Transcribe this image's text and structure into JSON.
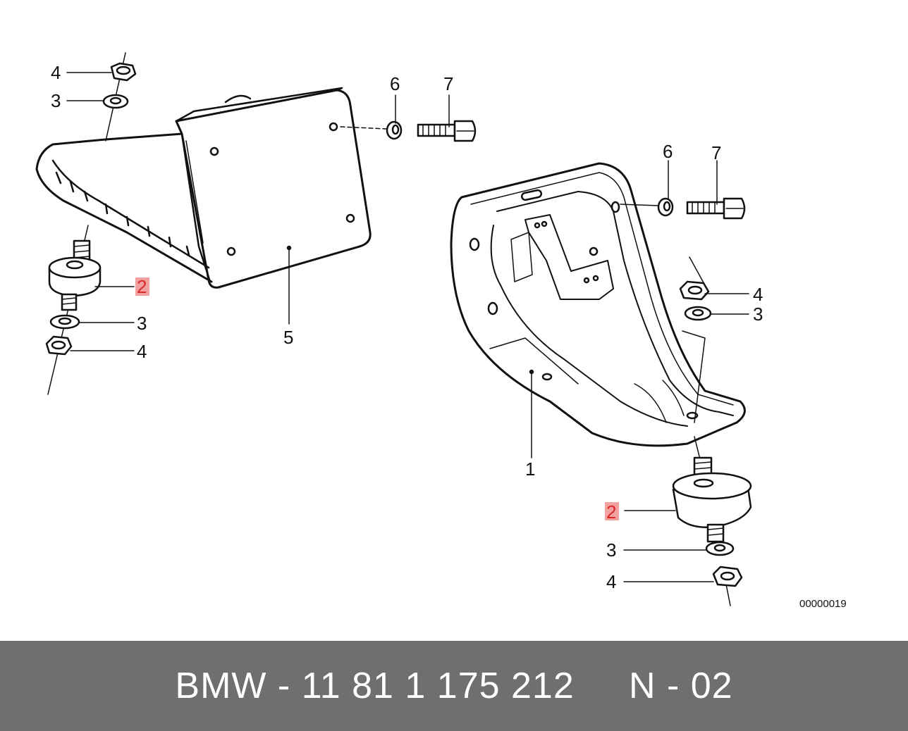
{
  "callouts": {
    "left": {
      "nut_top": "4",
      "washer_top": "3",
      "mount": "2",
      "washer_bottom": "3",
      "nut_bottom": "4",
      "guard": "5",
      "washer_6": "6",
      "bolt_7": "7"
    },
    "right": {
      "washer_6": "6",
      "bolt_7": "7",
      "nut_top": "4",
      "washer_top": "3",
      "skid_plate": "1",
      "mount": "2",
      "washer_bottom": "3",
      "nut_bottom": "4"
    }
  },
  "highlight_color": "#d92b2b",
  "reference_code": "00000019",
  "footer": {
    "text": "BMW - 11 81 1 175 212     N - 02",
    "background": "#6f6f6f"
  }
}
